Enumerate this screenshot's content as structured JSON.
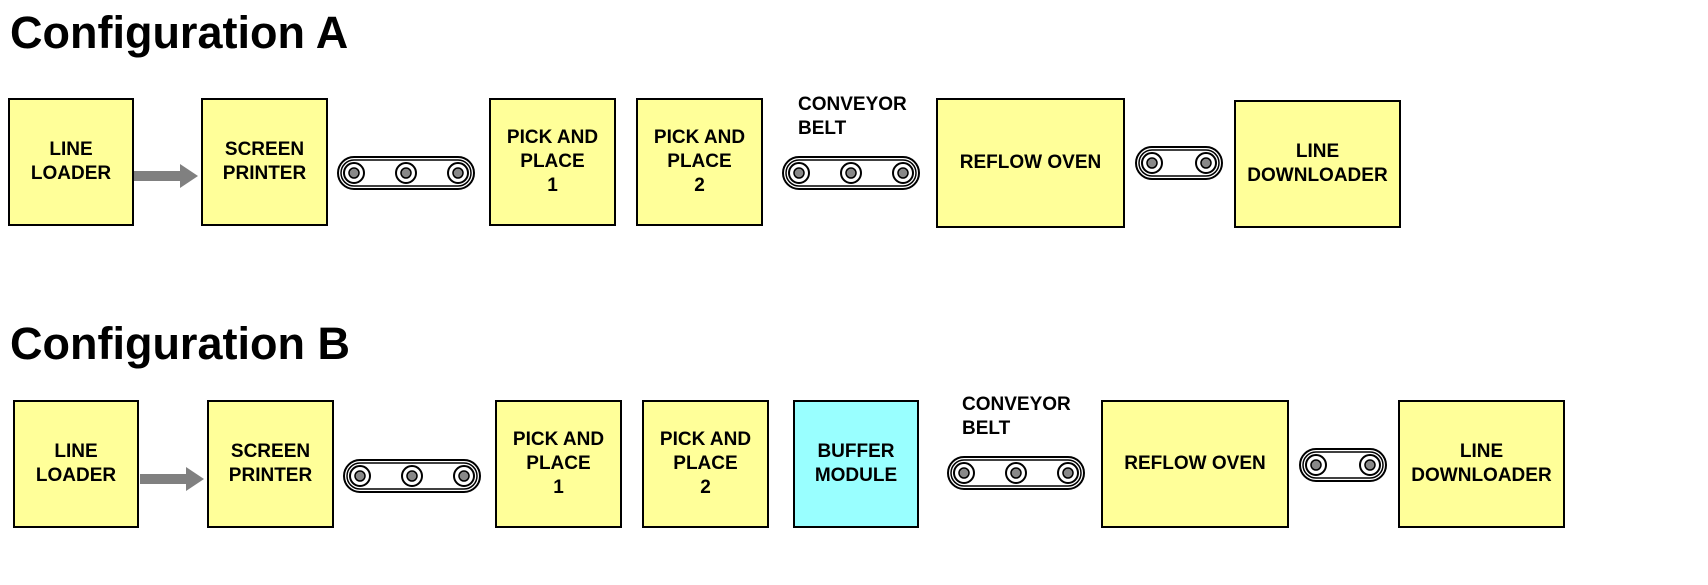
{
  "config_a": {
    "title": "Configuration A",
    "boxes": [
      {
        "label": "LINE\nLOADER",
        "color": "#ffff99"
      },
      {
        "label": "SCREEN\nPRINTER",
        "color": "#ffff99"
      },
      {
        "label": "PICK AND\nPLACE\n1",
        "color": "#ffff99"
      },
      {
        "label": "PICK AND\nPLACE\n2",
        "color": "#ffff99"
      },
      {
        "label": "REFLOW OVEN",
        "color": "#ffff99"
      },
      {
        "label": "LINE\nDOWNLOADER",
        "color": "#ffff99"
      }
    ],
    "belt_label": "CONVEYOR\nBELT"
  },
  "config_b": {
    "title": "Configuration B",
    "boxes": [
      {
        "label": "LINE\nLOADER",
        "color": "#ffff99"
      },
      {
        "label": "SCREEN\nPRINTER",
        "color": "#ffff99"
      },
      {
        "label": "PICK AND\nPLACE\n1",
        "color": "#ffff99"
      },
      {
        "label": "PICK AND\nPLACE\n2",
        "color": "#ffff99"
      },
      {
        "label": "BUFFER\nMODULE",
        "color": "#99ffff"
      },
      {
        "label": "REFLOW OVEN",
        "color": "#ffff99"
      },
      {
        "label": "LINE\nDOWNLOADER",
        "color": "#ffff99"
      }
    ],
    "belt_label": "CONVEYOR\nBELT"
  }
}
